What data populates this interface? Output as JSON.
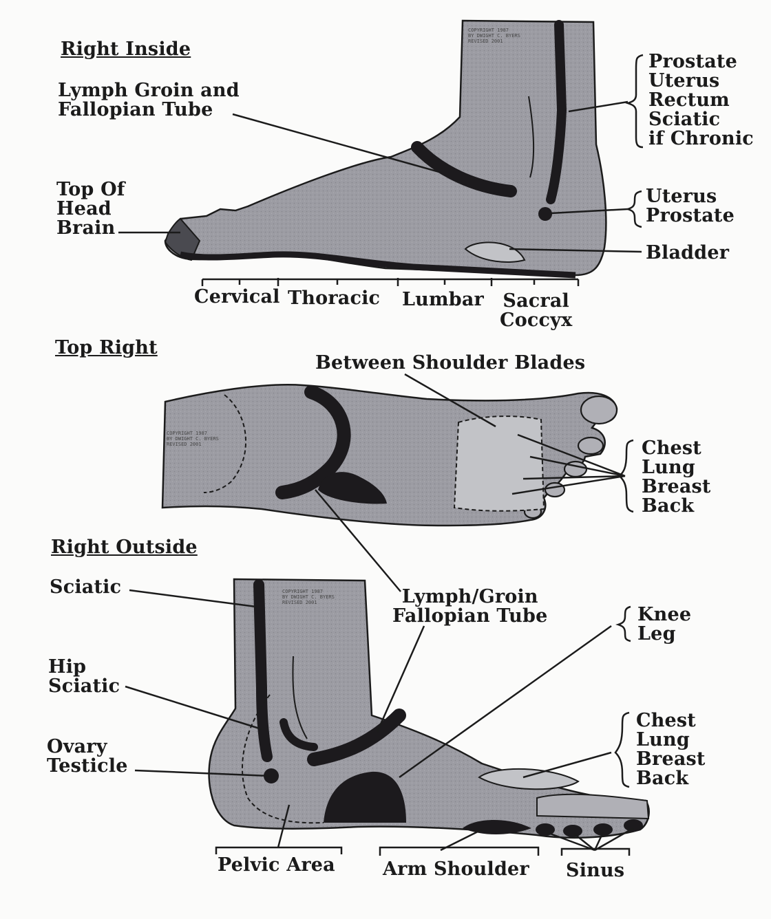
{
  "sections": {
    "right_inside": "Right Inside",
    "top_right": "Top Right",
    "right_outside": "Right Outside"
  },
  "right_inside": {
    "lymph_groin": [
      "Lymph Groin and",
      "Fallopian Tube"
    ],
    "top_of_head": [
      "Top Of",
      "Head",
      "Brain"
    ],
    "prostate_group": [
      "Prostate",
      "Uterus",
      "Rectum",
      "Sciatic",
      "if Chronic"
    ],
    "uterus_prostate": [
      "Uterus",
      "Prostate"
    ],
    "bladder": "Bladder",
    "spine": {
      "cervical": "Cervical",
      "thoracic": "Thoracic",
      "lumbar": "Lumbar",
      "sacral": [
        "Sacral",
        "Coccyx"
      ]
    }
  },
  "top_right": {
    "between_shoulder_blades": "Between Shoulder Blades",
    "chest_group": [
      "Chest",
      "Lung",
      "Breast",
      "Back"
    ]
  },
  "right_outside": {
    "sciatic": "Sciatic",
    "lymph_groin": [
      "Lymph/Groin",
      "Fallopian Tube"
    ],
    "knee_leg": [
      "Knee",
      "Leg"
    ],
    "hip_sciatic": [
      "Hip",
      "Sciatic"
    ],
    "ovary_testicle": [
      "Ovary",
      "Testicle"
    ],
    "chest_group": [
      "Chest",
      "Lung",
      "Breast",
      "Back"
    ],
    "pelvic_area": "Pelvic Area",
    "arm_shoulder": "Arm Shoulder",
    "sinus": "Sinus"
  },
  "copyright_stamp": [
    "COPYRIGHT 1987",
    "BY DWIGHT C. BYERS",
    "REVISED 2001"
  ],
  "colors": {
    "foot_fill": "#9a9aa1",
    "dark_zone": "#1c1a1d",
    "light_zone": "#c2c3c7",
    "ink": "#1b1b1b",
    "paper": "#fbfbfa"
  }
}
